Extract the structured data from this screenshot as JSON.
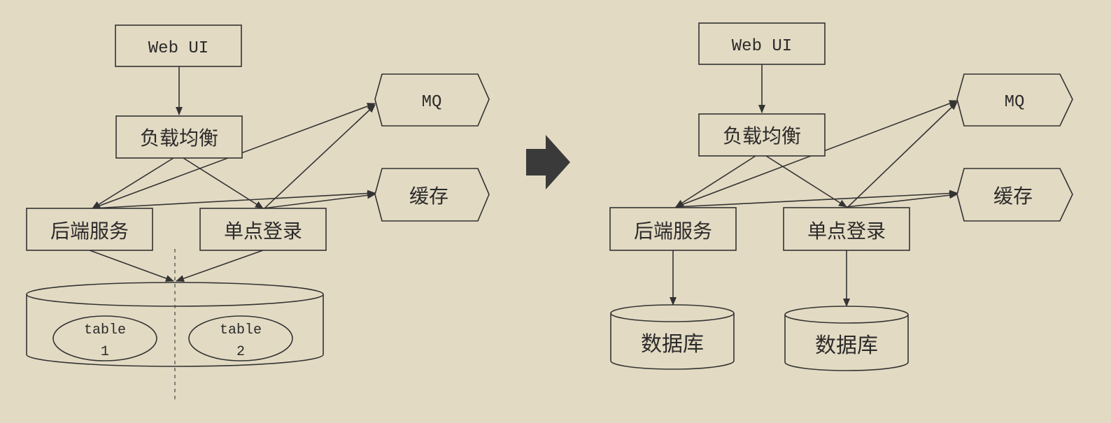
{
  "colors": {
    "background": "#e3dac3",
    "stroke": "#333333",
    "transition_arrow": "#3a3a3a"
  },
  "before": {
    "web_ui": "Web UI",
    "load_balancer": "负载均衡",
    "mq": "MQ",
    "cache": "缓存",
    "backend_service": "后端服务",
    "sso": "单点登录",
    "tables": [
      {
        "line1": "table",
        "line2": "1"
      },
      {
        "line1": "table",
        "line2": "2"
      }
    ]
  },
  "after": {
    "web_ui": "Web UI",
    "load_balancer": "负载均衡",
    "mq": "MQ",
    "cache": "缓存",
    "backend_service": "后端服务",
    "sso": "单点登录",
    "databases": [
      "数据库",
      "数据库"
    ]
  }
}
